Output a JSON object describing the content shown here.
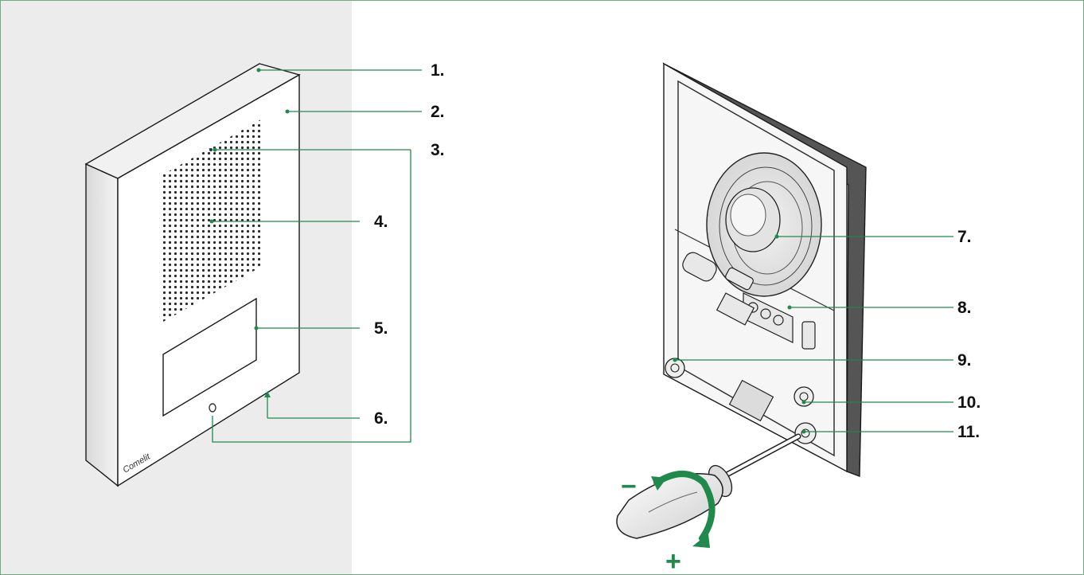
{
  "callouts": {
    "c1": "1.",
    "c2": "2.",
    "c3": "3.",
    "c4": "4.",
    "c5": "5.",
    "c6": "6.",
    "c7": "7.",
    "c8": "8.",
    "c9": "9.",
    "c10": "10.",
    "c11": "11."
  },
  "brand": {
    "logo_text": "Comelit"
  },
  "adjust": {
    "minus": "−",
    "plus": "+"
  },
  "colors": {
    "accent": "#1f8a4c",
    "panel_background": "#ececec",
    "frame": "#6faa83"
  },
  "icons": [
    "microphone-icon",
    "rotate-arrow-icon",
    "screwdriver-icon"
  ]
}
